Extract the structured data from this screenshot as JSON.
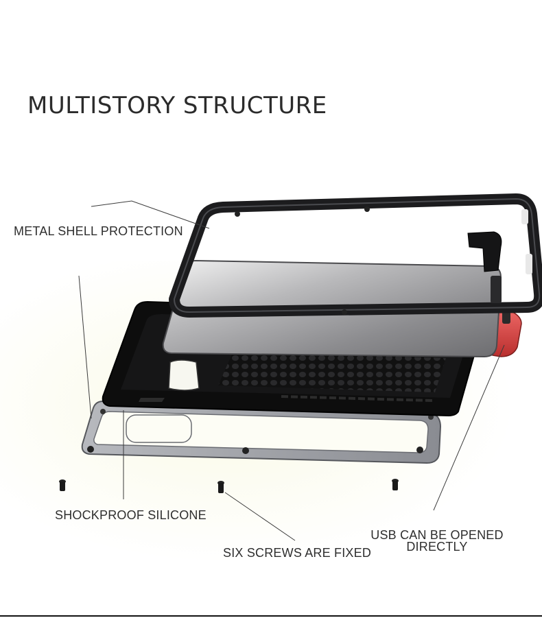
{
  "heading": "MULTISTORY STRUCTURE",
  "callouts": {
    "metal_shell": "METAL SHELL PROTECTION",
    "silicone": "SHOCKPROOF SILICONE",
    "screws": "SIX SCREWS ARE FIXED",
    "usb_line1": "USB CAN BE OPENED",
    "usb_line2": "DIRECTLY"
  },
  "colors": {
    "text": "#2e2e2e",
    "frame": "#1c1c1e",
    "silicone": "#0d0d0d",
    "back_plate": "#8e9096",
    "usb_accent": "#e0403f"
  }
}
